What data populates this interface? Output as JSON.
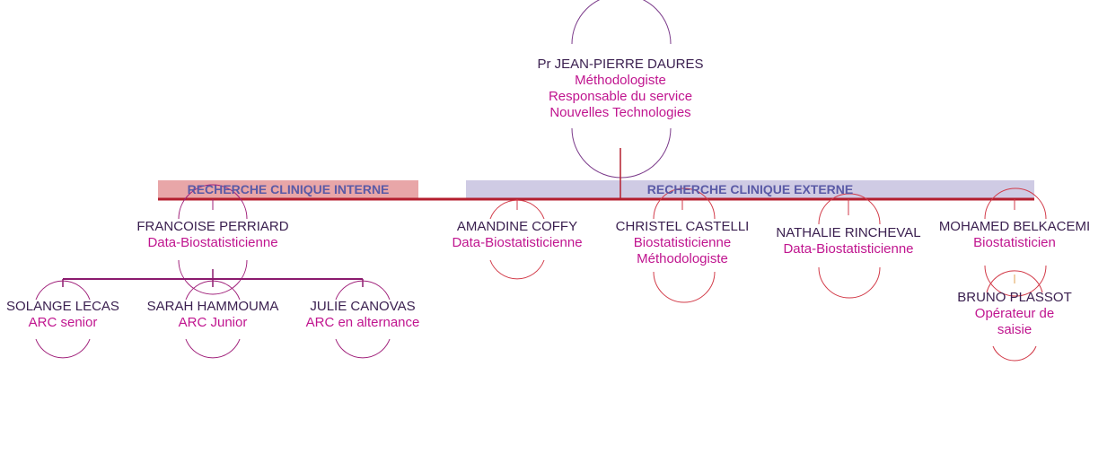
{
  "bands": {
    "internal": "RECHERCHE CLINIQUE INTERNE",
    "external": "RECHERCHE CLINIQUE EXTERNE"
  },
  "head": {
    "name": "Pr JEAN-PIERRE DAURES",
    "roles": [
      "Méthodologiste",
      "Responsable du service",
      "Nouvelles Technologies"
    ]
  },
  "internal": {
    "lead": {
      "name": "FRANCOISE PERRIARD",
      "roles": [
        "Data-Biostatisticienne"
      ]
    },
    "team": [
      {
        "name": "SOLANGE LECAS",
        "roles": [
          "ARC senior"
        ]
      },
      {
        "name": "SARAH HAMMOUMA",
        "roles": [
          "ARC Junior"
        ]
      },
      {
        "name": "JULIE CANOVAS",
        "roles": [
          "ARC en alternance"
        ]
      }
    ]
  },
  "external": [
    {
      "name": "AMANDINE COFFY",
      "roles": [
        "Data-Biostatisticienne"
      ]
    },
    {
      "name": "CHRISTEL CASTELLI",
      "roles": [
        "Biostatisticienne",
        "Méthodologiste"
      ]
    },
    {
      "name": "NATHALIE RINCHEVAL",
      "roles": [
        "Data-Biostatisticienne"
      ]
    },
    {
      "name": "MOHAMED BELKACEMI",
      "roles": [
        "Biostatisticien"
      ]
    }
  ],
  "sub": {
    "name": "BRUNO PLASSOT",
    "roles": [
      "Opérateur de",
      "saisie"
    ]
  },
  "colors": {
    "main_line": "#b41e2e",
    "internal_band": "#e8a6a8",
    "external_band": "#cfcbe4",
    "purple_arc": "#a0207a",
    "red_arc": "#d23a48",
    "name": "#3b2050",
    "role": "#c0158f"
  }
}
